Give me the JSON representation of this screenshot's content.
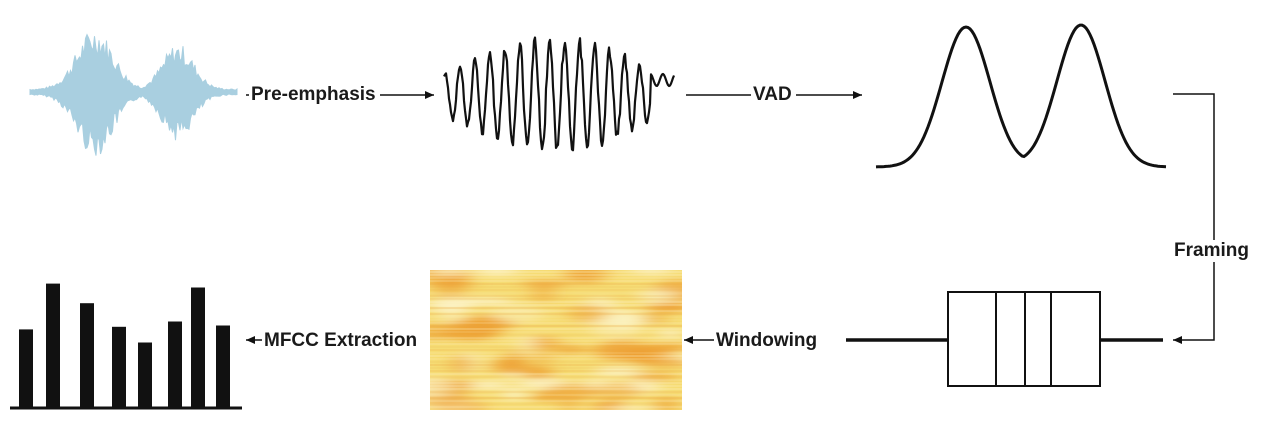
{
  "steps": {
    "pre_emphasis": "Pre-emphasis",
    "vad": "VAD",
    "framing": "Framing",
    "windowing": "Windowing",
    "mfcc_extraction": "MFCC Extraction"
  },
  "colors": {
    "waveform": "#a9cfe0",
    "ink": "#111111",
    "spectrogram_base": "#f6dc74",
    "spectrogram_hot": "#eea032",
    "spectrogram_light": "#fbf2c4"
  },
  "mfcc_bars": [
    0.6,
    0.95,
    0.8,
    0.62,
    0.5,
    0.66,
    0.92,
    0.63
  ]
}
